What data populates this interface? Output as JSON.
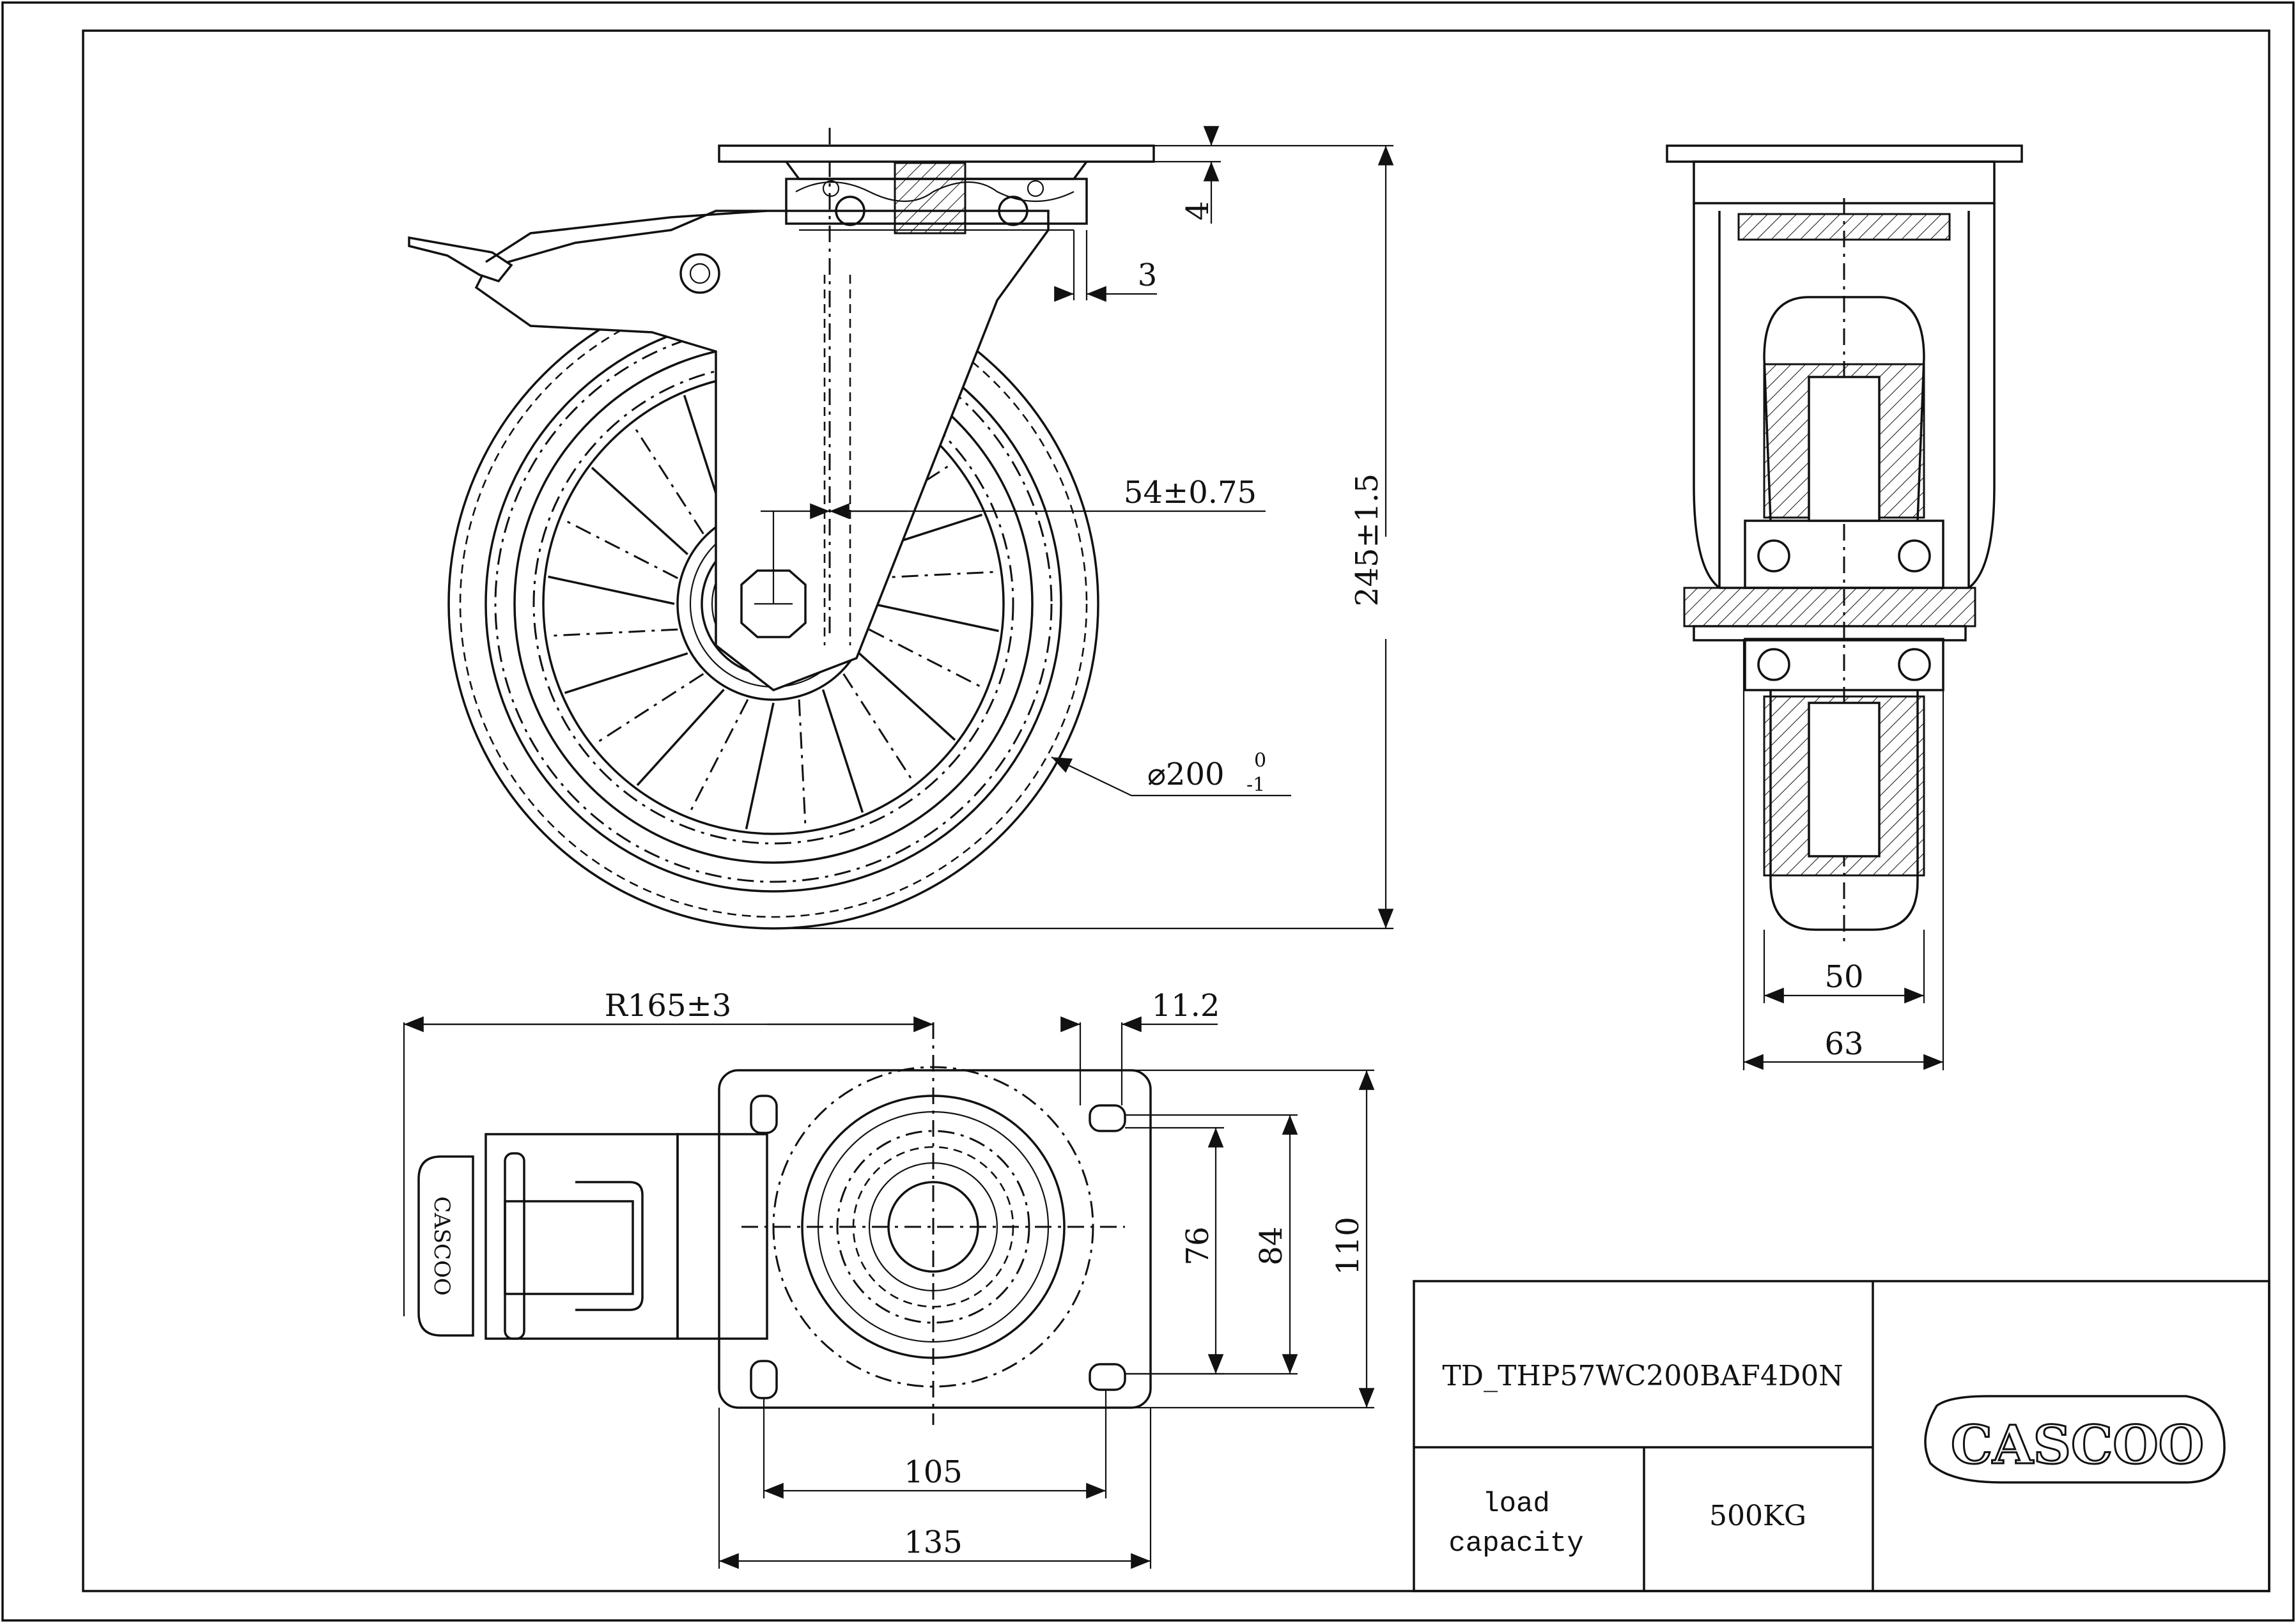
{
  "title_block": {
    "drawing_number": "TD_THP57WC200BAF4D0N",
    "load_label_line1": "load",
    "load_label_line2": "capacity",
    "load_value": "500KG",
    "logo_text": "CASCOO"
  },
  "dimensions": {
    "plate_thickness": "4",
    "offset": "3",
    "swivel_offset": "54±0.75",
    "overall_height": "245±1.5",
    "wheel_diameter": "⌀200",
    "wheel_diameter_upper_tol": "0",
    "wheel_diameter_lower_tol": "-1",
    "swivel_radius": "R165±3",
    "slot_width": "11.2",
    "hole_spacing_short_inner": "76",
    "hole_spacing_short": "84",
    "plate_width": "110",
    "hole_spacing_long": "105",
    "plate_length": "135",
    "wheel_width": "50",
    "fork_width": "63"
  },
  "brake_label": "CASCOO"
}
